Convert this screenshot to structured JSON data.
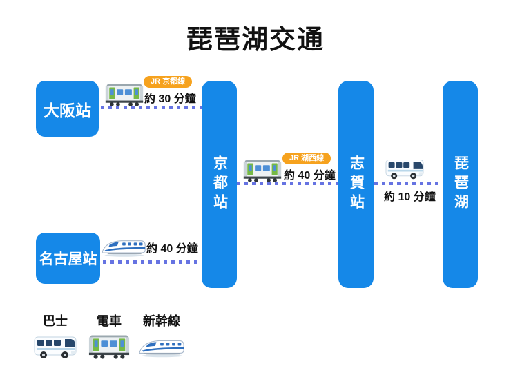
{
  "title": "琵琶湖交通",
  "colors": {
    "blue": "#1588E8",
    "orange": "#F6A21E",
    "dot": "#6673E2",
    "ink": "#1A1A1A"
  },
  "stations": {
    "osaka": {
      "label": "大阪站"
    },
    "nagoya": {
      "label": "名古屋站"
    },
    "kyoto": {
      "label": "京都站"
    },
    "shiga": {
      "label": "志賀站"
    },
    "biwa": {
      "label": "琵琶湖"
    }
  },
  "routes": [
    {
      "from": "大阪站",
      "to": "京都站",
      "mode": "train",
      "badge": "JR 京都線",
      "duration": "約 30 分鐘"
    },
    {
      "from": "京都站",
      "to": "志賀站",
      "mode": "train",
      "badge": "JR 湖西線",
      "duration": "約 40 分鐘"
    },
    {
      "from": "志賀站",
      "to": "琵琶湖",
      "mode": "bus",
      "duration": "約 10 分鐘"
    },
    {
      "from": "名古屋站",
      "to": "京都站",
      "mode": "shinkansen",
      "duration": "約 40 分鐘"
    }
  ],
  "legend": {
    "items": [
      {
        "label": "巴士",
        "icon": "bus-icon"
      },
      {
        "label": "電車",
        "icon": "train-icon"
      },
      {
        "label": "新幹線",
        "icon": "shinkansen-icon"
      }
    ]
  }
}
